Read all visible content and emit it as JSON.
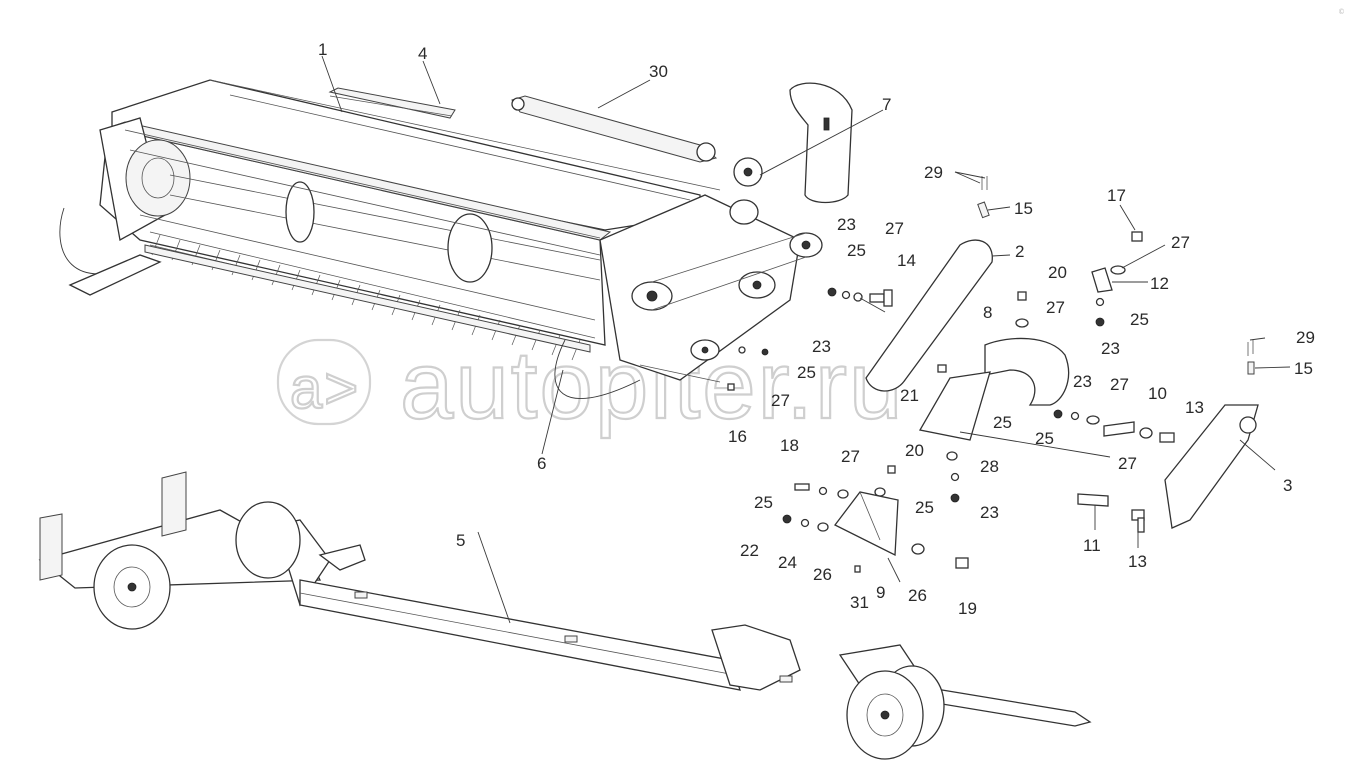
{
  "watermark": {
    "text": "autopiter.ru",
    "logo_text": "a>"
  },
  "corner_mark": "©",
  "callouts": [
    {
      "id": "c1",
      "label": "1"
    },
    {
      "id": "c4",
      "label": "4"
    },
    {
      "id": "c30",
      "label": "30"
    },
    {
      "id": "c7",
      "label": "7"
    },
    {
      "id": "c29a",
      "label": "29"
    },
    {
      "id": "c15a",
      "label": "15"
    },
    {
      "id": "c17",
      "label": "17"
    },
    {
      "id": "c27a",
      "label": "27"
    },
    {
      "id": "c23a",
      "label": "23"
    },
    {
      "id": "c27b",
      "label": "27"
    },
    {
      "id": "c25a",
      "label": "25"
    },
    {
      "id": "c14",
      "label": "14"
    },
    {
      "id": "c2",
      "label": "2"
    },
    {
      "id": "c20a",
      "label": "20"
    },
    {
      "id": "c12",
      "label": "12"
    },
    {
      "id": "c27c",
      "label": "27"
    },
    {
      "id": "c25b",
      "label": "25"
    },
    {
      "id": "c8",
      "label": "8"
    },
    {
      "id": "c23b",
      "label": "23"
    },
    {
      "id": "c29b",
      "label": "29"
    },
    {
      "id": "c15b",
      "label": "15"
    },
    {
      "id": "c23c",
      "label": "23"
    },
    {
      "id": "c25c",
      "label": "25"
    },
    {
      "id": "c27d",
      "label": "27"
    },
    {
      "id": "c21",
      "label": "21"
    },
    {
      "id": "c23d",
      "label": "23"
    },
    {
      "id": "c27e",
      "label": "27"
    },
    {
      "id": "c10",
      "label": "10"
    },
    {
      "id": "c13a",
      "label": "13"
    },
    {
      "id": "c25d",
      "label": "25"
    },
    {
      "id": "c25e",
      "label": "25"
    },
    {
      "id": "c16",
      "label": "16"
    },
    {
      "id": "c6",
      "label": "6"
    },
    {
      "id": "c3",
      "label": "3"
    },
    {
      "id": "c27f",
      "label": "27"
    },
    {
      "id": "c18",
      "label": "18"
    },
    {
      "id": "c27g",
      "label": "27"
    },
    {
      "id": "c20b",
      "label": "20"
    },
    {
      "id": "c28",
      "label": "28"
    },
    {
      "id": "c25f",
      "label": "25"
    },
    {
      "id": "c25g",
      "label": "25"
    },
    {
      "id": "c23e",
      "label": "23"
    },
    {
      "id": "c22",
      "label": "22"
    },
    {
      "id": "c24",
      "label": "24"
    },
    {
      "id": "c26a",
      "label": "26"
    },
    {
      "id": "c9",
      "label": "9"
    },
    {
      "id": "c26b",
      "label": "26"
    },
    {
      "id": "c19",
      "label": "19"
    },
    {
      "id": "c31",
      "label": "31"
    },
    {
      "id": "c11",
      "label": "11"
    },
    {
      "id": "c13b",
      "label": "13"
    },
    {
      "id": "c5",
      "label": "5"
    }
  ]
}
